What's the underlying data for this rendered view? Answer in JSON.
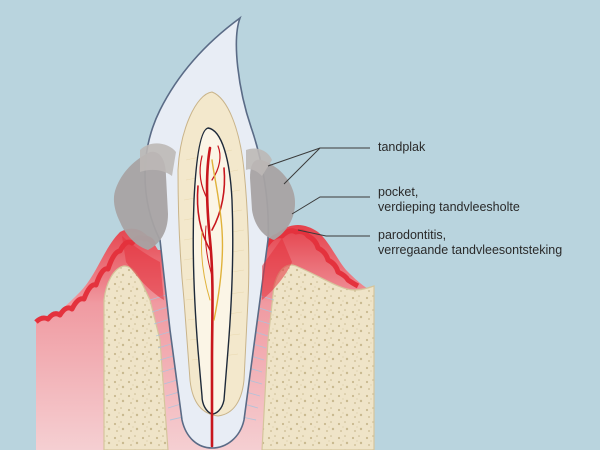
{
  "labels": {
    "plaque": {
      "line1": "tandplak"
    },
    "pocket": {
      "line1": "pocket,",
      "line2": "verdieping tandvleesholte"
    },
    "perio": {
      "line1": "parodontitis,",
      "line2": "verregaande tandvleesontsteking"
    }
  },
  "colors": {
    "background": "#b9d4de",
    "enamel": "#e8edf5",
    "dentin": "#f3e8cc",
    "pulp": "#fbf5e6",
    "nerve": "#c8161d",
    "plaque": "#a8a3a3",
    "gum": "#f3c2c6",
    "inflamed_gum": "#e4323d",
    "bone": "#efe4c8",
    "ligament": "#bcd2e6"
  }
}
